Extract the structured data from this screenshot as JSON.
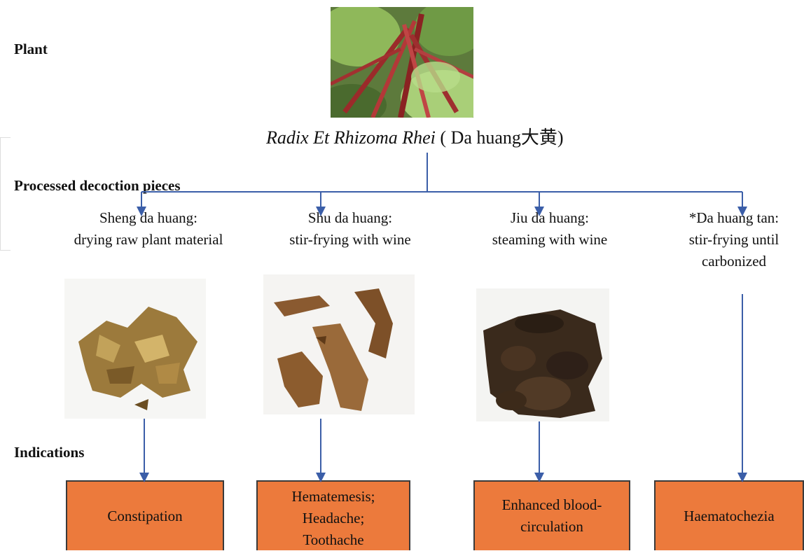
{
  "row_labels": {
    "plant": "Plant",
    "processed": "Processed decoction pieces",
    "indications": "Indications"
  },
  "species": {
    "latin": "Radix Et Rhizoma Rhei",
    "common": " ( Da huang大黄)"
  },
  "pieces": [
    {
      "line1": "Sheng  da huang:",
      "line2": "drying  raw  plant  material",
      "line3": ""
    },
    {
      "line1": "Shu  da huang:",
      "line2": "stir-frying  with  wine",
      "line3": ""
    },
    {
      "line1": "Jiu  da huang:",
      "line2": "steaming  with  wine",
      "line3": ""
    },
    {
      "line1": "*Da  huang  tan:",
      "line2": "stir-frying  until",
      "line3": "carbonized"
    }
  ],
  "indications": [
    {
      "text": "Constipation"
    },
    {
      "text": "Hematemesis;\nHeadache;\nToothache"
    },
    {
      "text": "Enhanced  blood-\ncirculation"
    },
    {
      "text": "Haematochezia"
    }
  ],
  "colors": {
    "box_fill": "#ec7a3c",
    "box_border": "#3a3a3a",
    "connector": "#3b5ea8"
  }
}
